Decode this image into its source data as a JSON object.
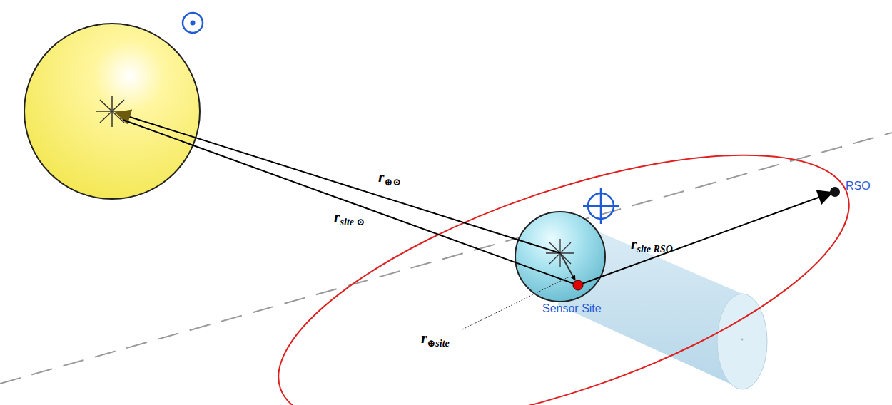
{
  "diagram": {
    "labels": [
      "r⊕⊙",
      "rsite ⊙",
      "rsite RSO",
      "r⊕site",
      "Sensor Site",
      "RSO"
    ]
  }
}
